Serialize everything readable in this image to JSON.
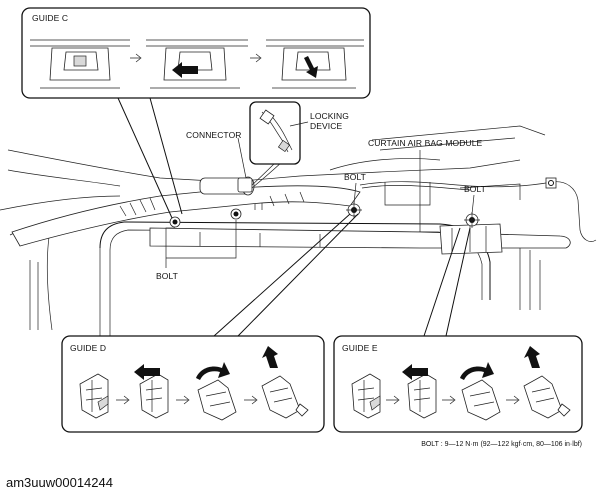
{
  "labels": {
    "guide_c": "GUIDE C",
    "guide_d": "GUIDE D",
    "guide_e": "GUIDE E",
    "connector": "CONNECTOR",
    "locking_device_line1": "LOCKING",
    "locking_device_line2": "DEVICE",
    "curtain_module": "CURTAIN AIR BAG MODULE",
    "bolt_center": "BOLT",
    "bolt_right": "BOLT",
    "bolt_bottom": "BOLT"
  },
  "torque_spec": "BOLT : 9—12 N·m (92—122 kgf·cm, 80—106 in·lbf)",
  "doc_code": "am3uuw00014244"
}
